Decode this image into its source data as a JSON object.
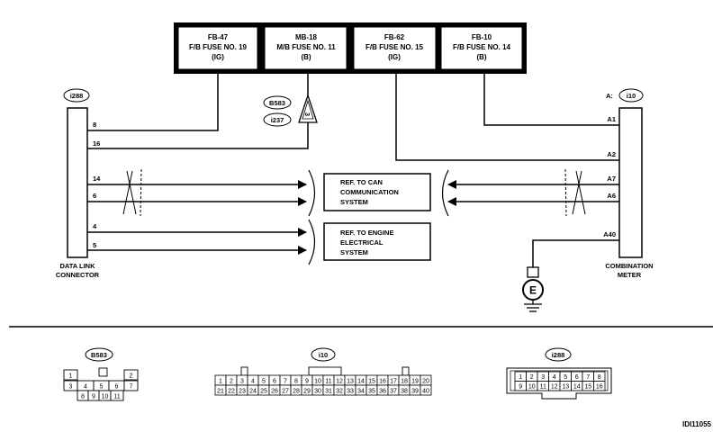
{
  "fuses": [
    {
      "code": "FB-47",
      "name": "F/B FUSE NO. 19",
      "power": "(IG)"
    },
    {
      "code": "MB-18",
      "name": "M/B FUSE NO. 11",
      "power": "(B)"
    },
    {
      "code": "FB-62",
      "name": "F/B FUSE NO. 15",
      "power": "(IG)"
    },
    {
      "code": "FB-10",
      "name": "F/B FUSE NO. 14",
      "power": "(B)"
    }
  ],
  "data_link_connector": {
    "id": "i288",
    "label_line1": "DATA LINK",
    "label_line2": "CONNECTOR",
    "pins": [
      "8",
      "16",
      "14",
      "6",
      "4",
      "5"
    ]
  },
  "combination_meter": {
    "id_prefix": "A:",
    "id": "i10",
    "label_line1": "COMBINATION",
    "label_line2": "METER",
    "pins": [
      "A1",
      "A2",
      "A7",
      "A6",
      "A40"
    ]
  },
  "junction": {
    "ids": [
      "B583",
      "i237"
    ],
    "pin": "3"
  },
  "ref_boxes": [
    {
      "lines": [
        "REF. TO CAN",
        "COMMUNICATION",
        "SYSTEM"
      ]
    },
    {
      "lines": [
        "REF. TO ENGINE",
        "ELECTRICAL",
        "SYSTEM"
      ]
    }
  ],
  "ground_symbol": "E",
  "connectors": [
    {
      "id": "B583",
      "rows": [
        [
          "1",
          "2"
        ],
        [
          "3",
          "4",
          "5",
          "6",
          "7"
        ],
        [
          "8",
          "9",
          "10",
          "11"
        ]
      ]
    },
    {
      "id": "i10",
      "rows": [
        [
          "1",
          "2",
          "3",
          "4",
          "5",
          "6",
          "7",
          "8",
          "9",
          "10",
          "11",
          "12",
          "13",
          "14",
          "15",
          "16",
          "17",
          "18",
          "19",
          "20"
        ],
        [
          "21",
          "22",
          "23",
          "24",
          "25",
          "26",
          "27",
          "28",
          "29",
          "30",
          "31",
          "32",
          "33",
          "34",
          "35",
          "36",
          "37",
          "38",
          "39",
          "40"
        ]
      ]
    },
    {
      "id": "i288",
      "rows": [
        [
          "1",
          "2",
          "3",
          "4",
          "5",
          "6",
          "7",
          "8"
        ],
        [
          "9",
          "10",
          "11",
          "12",
          "13",
          "14",
          "15",
          "16"
        ]
      ]
    }
  ],
  "figure_id": "IDI11055",
  "colors": {
    "line": "#000000",
    "background": "#ffffff"
  }
}
